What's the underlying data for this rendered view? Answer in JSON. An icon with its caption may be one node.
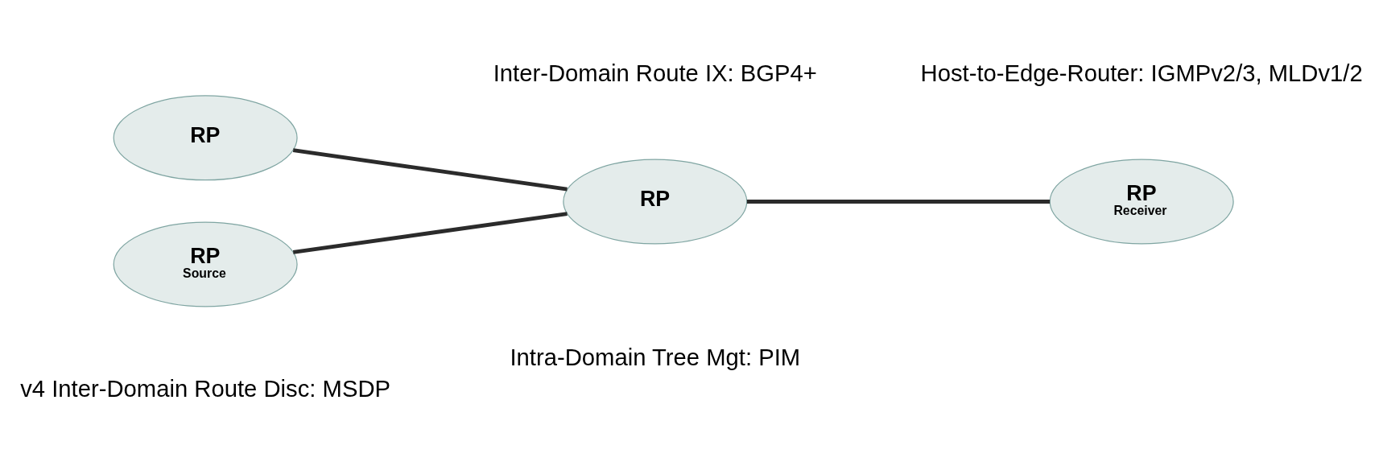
{
  "diagram": {
    "nodes": [
      {
        "text": [
          "RP",
          "Source"
        ]
      },
      {
        "text": [
          "RP"
        ]
      },
      {
        "text": [
          "RP",
          "Receiver"
        ]
      },
      {
        "text": [
          "RP"
        ]
      }
    ],
    "edges": [
      {
        "from": 0,
        "to": 1,
        "arrow": "none"
      },
      {
        "from": 3,
        "to": 1,
        "arrow": "none"
      },
      {
        "from": 1,
        "to": 2,
        "arrow": "none"
      }
    ],
    "labels": [
      "Intra-Domain Tree Mgt: PIM",
      "v4 Inter-Domain Route Disc: MSDP",
      "Inter-Domain Route IX: BGP4+",
      "Host-to-Edge-Router: IGMPv2/3, MLDv1/2"
    ]
  }
}
